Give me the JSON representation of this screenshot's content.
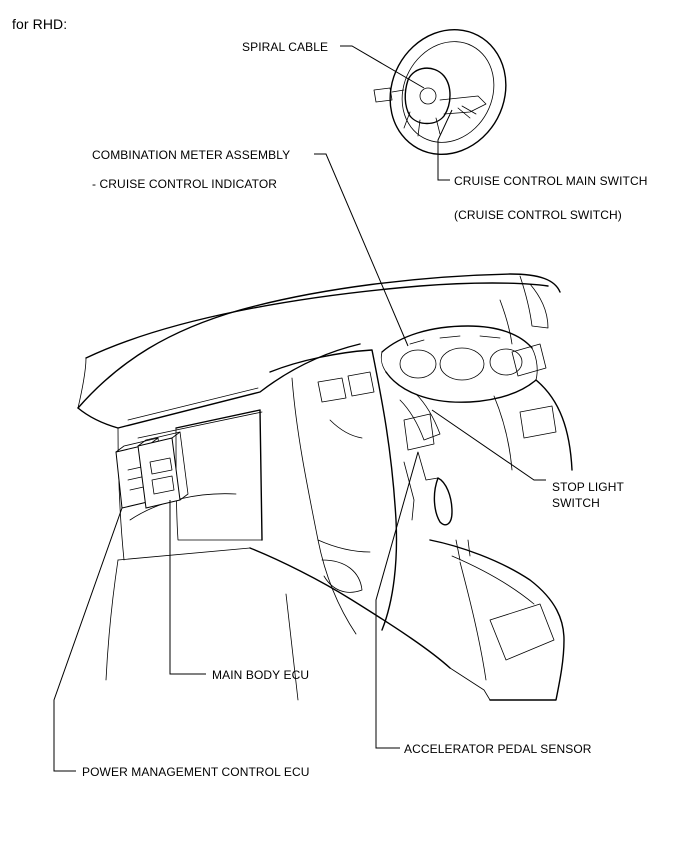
{
  "header": {
    "title": "for RHD:"
  },
  "labels": {
    "spiral_cable": "SPIRAL CABLE",
    "combination_meter": "COMBINATION METER ASSEMBLY",
    "cruise_indicator": "- CRUISE CONTROL INDICATOR",
    "cruise_main_switch": "CRUISE CONTROL MAIN SWITCH",
    "cruise_switch": "(CRUISE CONTROL SWITCH)",
    "stop_light_1": "STOP LIGHT",
    "stop_light_2": "SWITCH",
    "main_body_ecu": "MAIN BODY ECU",
    "accel_pedal": "ACCELERATOR PEDAL SENSOR",
    "power_mgmt": "POWER MANAGEMENT CONTROL ECU"
  },
  "colors": {
    "line": "#000000",
    "background": "#ffffff"
  }
}
